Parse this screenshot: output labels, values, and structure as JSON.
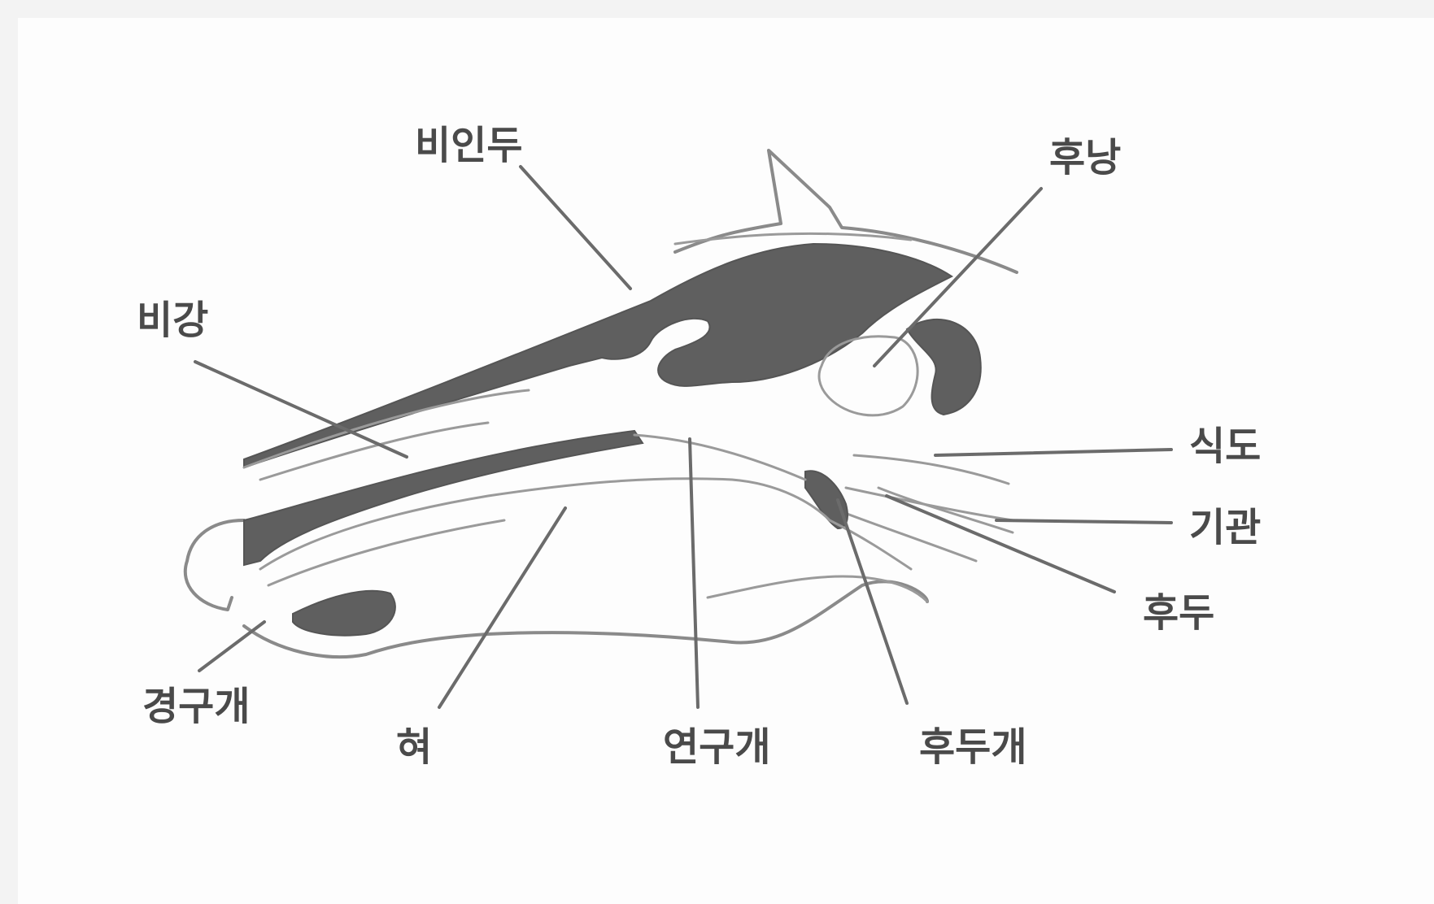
{
  "labels": {
    "nasopharynx": "비인두",
    "larynx_sac": "후낭",
    "nasal_cavity": "비강",
    "esophagus": "식도",
    "trachea": "기관",
    "larynx": "후두",
    "hard_palate": "경구개",
    "tongue": "혀",
    "soft_palate": "연구개",
    "epiglottis": "후두개"
  },
  "colors": {
    "background": "#fdfdfd",
    "border": "#f3f3f3",
    "shaded_region": "#5f5f5f",
    "line": "#6b6b6b",
    "text": "#4a4a4a"
  }
}
